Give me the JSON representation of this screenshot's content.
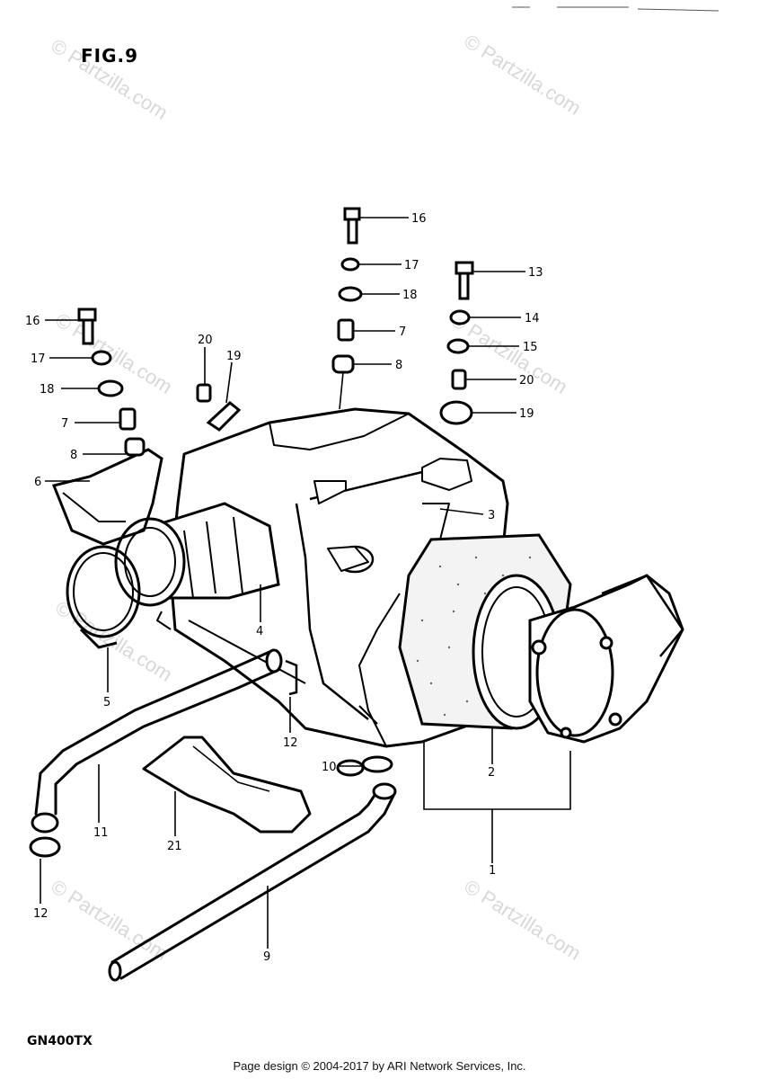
{
  "figure": {
    "title": "FIG.9",
    "model": "GN400TX"
  },
  "footer": {
    "copyright": "Page design © 2004-2017 by ARI Network Services, Inc."
  },
  "watermark": {
    "text": "© Partzilla.com"
  },
  "callouts": {
    "c16a": "16",
    "c17a": "17",
    "c18a": "18",
    "c7a": "7",
    "c8a": "8",
    "c13": "13",
    "c14": "14",
    "c15": "15",
    "c20a": "20",
    "c19a": "19",
    "c16b": "16",
    "c17b": "17",
    "c18b": "18",
    "c7b": "7",
    "c8b": "8",
    "c6": "6",
    "c20b": "20",
    "c19b": "19",
    "c3": "3",
    "c4": "4",
    "c5": "5",
    "c12a": "12",
    "c12b": "12",
    "c10": "10",
    "c2": "2",
    "c11": "11",
    "c21": "21",
    "c1": "1",
    "c9": "9"
  }
}
